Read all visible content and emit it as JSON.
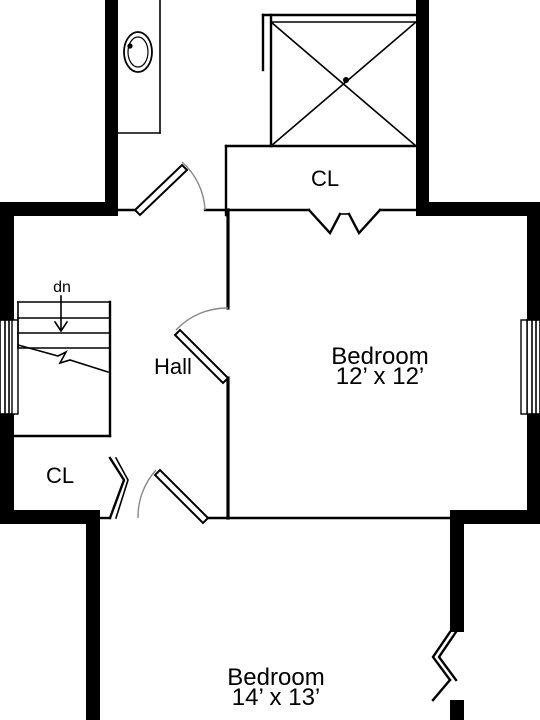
{
  "labels": {
    "closet_top": "CL",
    "stairs_dn": "dn",
    "hall": "Hall",
    "bedroom1_name": "Bedroom",
    "bedroom1_size": "12’ x 12’",
    "closet_left": "CL",
    "bedroom2_name": "Bedroom",
    "bedroom2_size": "14’ x 13’"
  }
}
